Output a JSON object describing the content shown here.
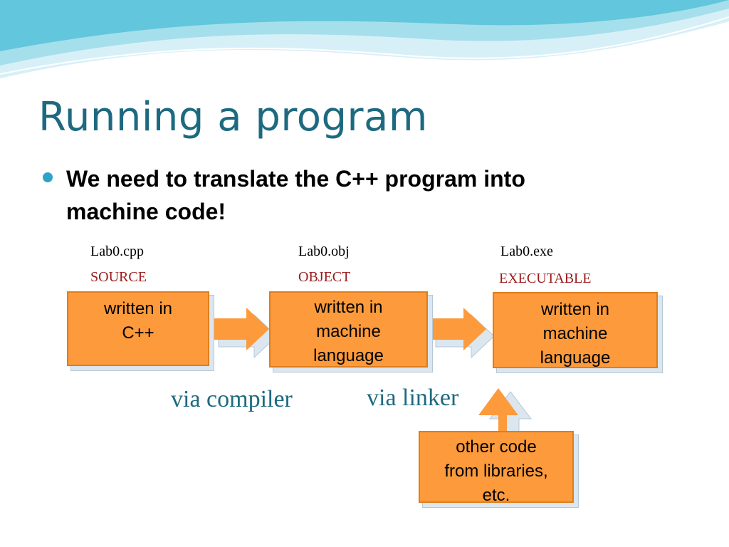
{
  "slide": {
    "title": "Running a program",
    "bullet": "We need to translate the C++ program into machine code!"
  },
  "stages": [
    {
      "file": "Lab0.cpp",
      "kind": "SOURCE",
      "box": "written in\nC++"
    },
    {
      "file": "Lab0.obj",
      "kind": "OBJECT",
      "box": "written in\nmachine\nlanguage"
    },
    {
      "file": "Lab0.exe",
      "kind": "EXECUTABLE",
      "box": "written in\nmachine\nlanguage"
    }
  ],
  "steps": {
    "compiler": "via compiler",
    "linker": "via linker"
  },
  "libraries": {
    "box": "other code\nfrom libraries,\netc."
  },
  "colors": {
    "title": "#1d6a80",
    "kind_label": "#9b1b1b",
    "box_fill": "#fc9a3c",
    "bullet_dot": "#2fa3c5",
    "header_wave": "#62c6dc"
  }
}
